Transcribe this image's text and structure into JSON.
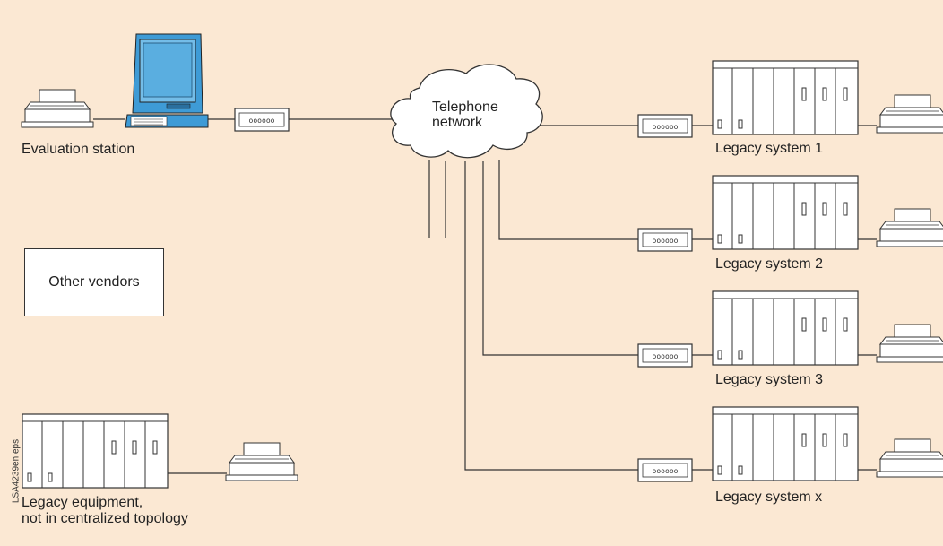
{
  "cloud": {
    "line1": "Telephone",
    "line2": "network"
  },
  "evaluation_station": {
    "label": "Evaluation station"
  },
  "other_vendors": {
    "label": "Other vendors"
  },
  "legacy_systems": [
    {
      "label": "Legacy system 1"
    },
    {
      "label": "Legacy system 2"
    },
    {
      "label": "Legacy system 3"
    },
    {
      "label": "Legacy system x"
    }
  ],
  "legacy_equipment": {
    "line1": "Legacy equipment,",
    "line2": "not in centralized topology"
  },
  "file_id": "LSA4239en.eps",
  "colors": {
    "background": "#fbe8d3",
    "monitor": "#3e9bd6",
    "line": "#333333"
  }
}
